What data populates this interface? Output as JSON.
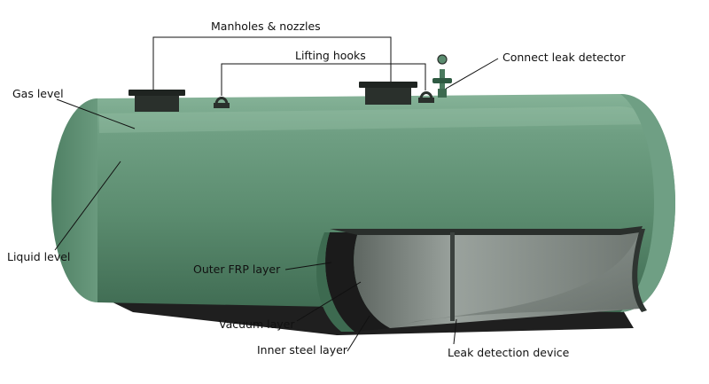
{
  "labels": {
    "manholes": "Manholes & nozzles",
    "lifting_hooks": "Lifting hooks",
    "leak_detector": "Connect leak detector",
    "gas_level": "Gas level",
    "liquid_level": "Liquid level",
    "outer_frp": "Outer FRP layer",
    "vacuum": "Vacuum layer",
    "inner_steel": "Inner steel layer",
    "leak_device": "Leak detection device"
  },
  "colors": {
    "tank_body": "#5f9274",
    "tank_highlight": "#8db79c",
    "tank_shadow": "#3f6e53",
    "fitting_dark": "#2b312d",
    "steel_inner": "#7d8580",
    "vacuum_black": "#1c1c1c",
    "base_shadow": "#222222"
  }
}
